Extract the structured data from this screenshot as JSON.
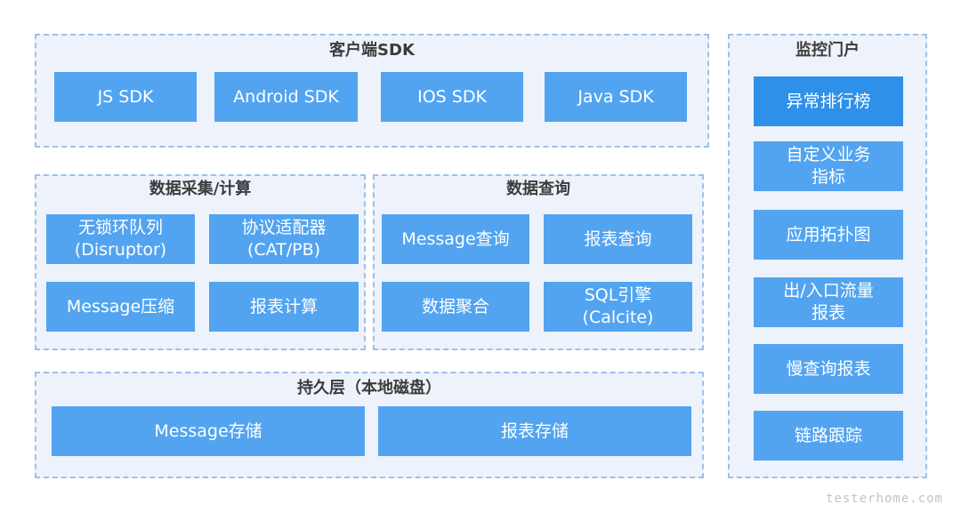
{
  "client_sdk": {
    "title": "客户端SDK",
    "items": [
      "JS SDK",
      "Android SDK",
      "IOS SDK",
      "Java SDK"
    ]
  },
  "collect": {
    "title": "数据采集/计算",
    "items": [
      {
        "line1": "无锁环队列",
        "line2": "(Disruptor)"
      },
      {
        "line1": "协议适配器",
        "line2": "(CAT/PB)"
      },
      {
        "line1": "Message压缩",
        "line2": ""
      },
      {
        "line1": "报表计算",
        "line2": ""
      }
    ]
  },
  "query": {
    "title": "数据查询",
    "items": [
      {
        "line1": "Message查询",
        "line2": ""
      },
      {
        "line1": "报表查询",
        "line2": ""
      },
      {
        "line1": "数据聚合",
        "line2": ""
      },
      {
        "line1": "SQL引擎",
        "line2": "(Calcite)"
      }
    ]
  },
  "persist": {
    "title": "持久层（本地磁盘）",
    "items": [
      "Message存储",
      "报表存储"
    ]
  },
  "portal": {
    "title": "监控门户",
    "items": [
      {
        "line1": "异常排行榜",
        "line2": ""
      },
      {
        "line1": "自定义业务",
        "line2": "指标"
      },
      {
        "line1": "应用拓扑图",
        "line2": ""
      },
      {
        "line1": "出/入口流量",
        "line2": "报表"
      },
      {
        "line1": "慢查询报表",
        "line2": ""
      },
      {
        "line1": "链路跟踪",
        "line2": ""
      }
    ]
  },
  "watermark": "testerhome.com",
  "colors": {
    "box": "#52a4f0",
    "box_selected": "#2f90ea",
    "group_bg": "#eef3fb",
    "group_border": "#9fc0ea",
    "title": "#3c3c3c"
  }
}
